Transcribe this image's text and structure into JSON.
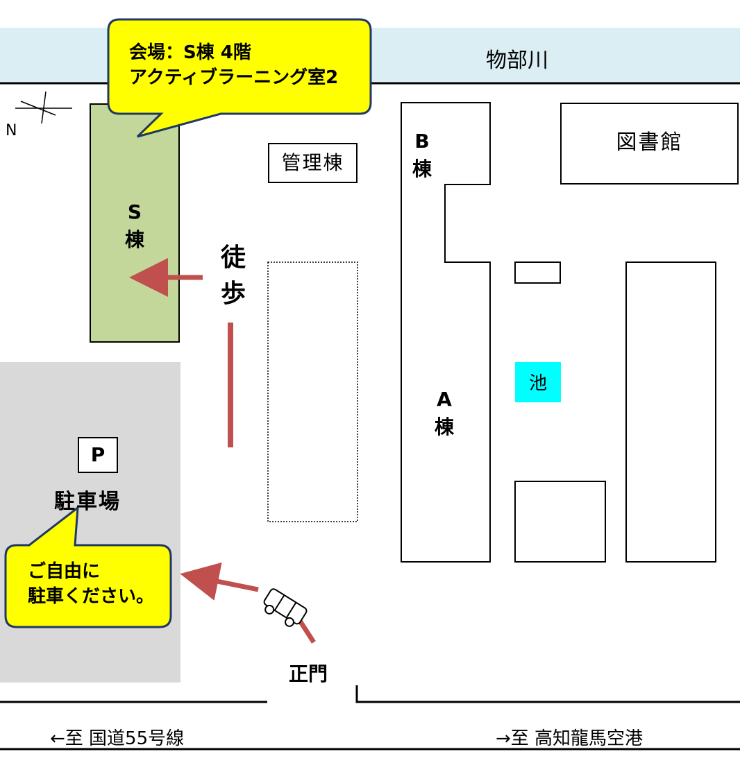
{
  "map": {
    "river": "物部川",
    "compass_letter": "N",
    "venue_callout": [
      "会場：S棟 4階",
      "アクティブラーニング室2"
    ],
    "buildings": {
      "s_building": [
        "S",
        "棟"
      ],
      "admin_building": "管理棟",
      "b_building": [
        "B",
        "棟"
      ],
      "library": "図書館",
      "a_building": [
        "A",
        "棟"
      ]
    },
    "pond": "池",
    "walk_label": [
      "徒",
      "歩"
    ],
    "parking_symbol": "P",
    "parking_label": "駐車場",
    "parking_callout": [
      "ご自由に",
      "駐車ください。"
    ],
    "main_gate": "正門",
    "road_left": "←至 国道55号線",
    "road_right": "→至 高知龍馬空港"
  },
  "colors": {
    "river": "#dbeef3",
    "s_building": "#c4d79b",
    "parking_lot": "#d9d9d9",
    "pond": "#00ffff",
    "callout_fill": "#ffff00",
    "callout_border": "#1f3864",
    "arrow": "#c0504d"
  }
}
